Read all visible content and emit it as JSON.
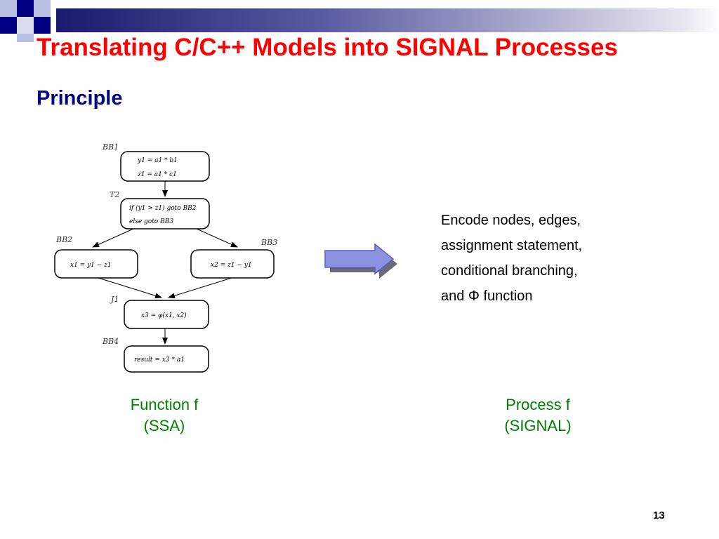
{
  "slide": {
    "title": "Translating C/C++ Models into SIGNAL Processes",
    "subtitle": "Principle",
    "page_number": "13"
  },
  "colors": {
    "title": "#ff0000",
    "subtitle": "#000080",
    "caption": "#008000",
    "arrow_fill": "#8b93e0",
    "arrow_shadow": "#6a6a7a"
  },
  "diagram": {
    "nodes": [
      {
        "label": "BB1",
        "lines": [
          "y1 = a1 * b1",
          "z1 = a1 * c1"
        ]
      },
      {
        "label": "T2",
        "lines": [
          "if (y1 > z1) goto BB2",
          "else goto BB3"
        ]
      },
      {
        "label": "BB2",
        "lines": [
          "x1 = y1 − z1"
        ]
      },
      {
        "label": "BB3",
        "lines": [
          "x2 = z1 − y1"
        ]
      },
      {
        "label": "J1",
        "lines": [
          "x3 = φ(x1, x2)"
        ]
      },
      {
        "label": "BB4",
        "lines": [
          "result = x3 * a1"
        ]
      }
    ]
  },
  "description": {
    "lines": [
      "Encode nodes, edges,",
      "assignment statement,",
      "conditional branching,",
      "and Φ function"
    ]
  },
  "captions": {
    "left": {
      "line1": "Function f",
      "line2": "(SSA)"
    },
    "right": {
      "line1": "Process f",
      "line2": "(SIGNAL)"
    }
  }
}
